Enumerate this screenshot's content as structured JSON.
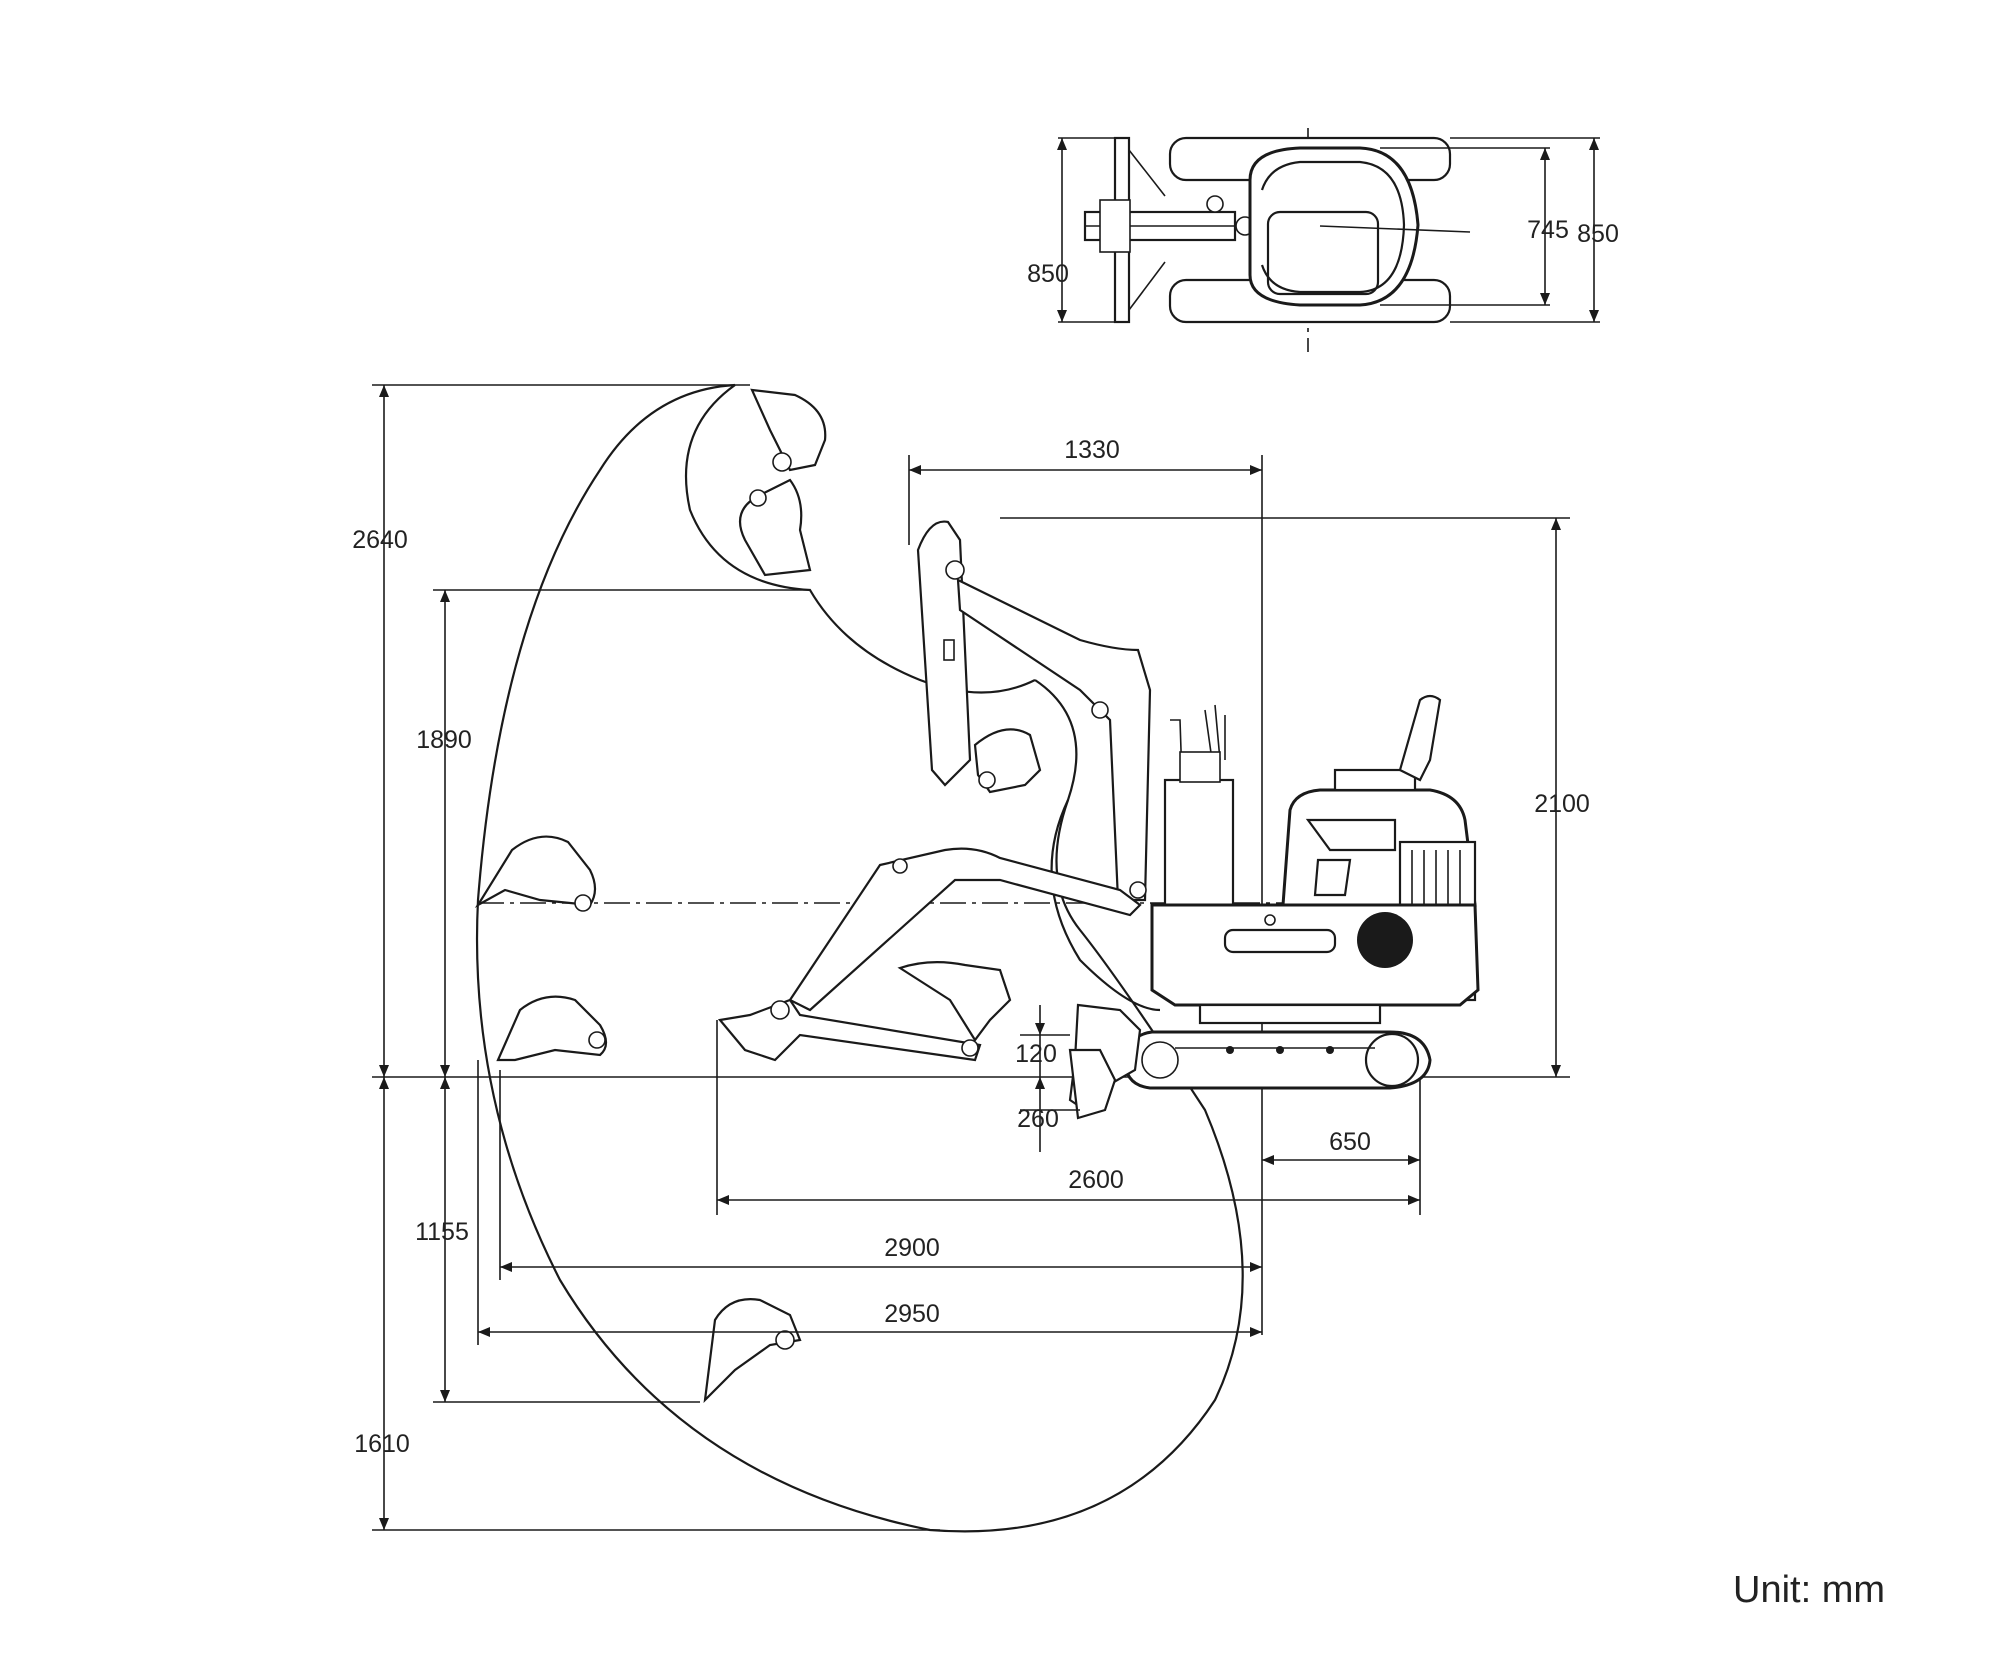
{
  "unit_label": "Unit: mm",
  "dimensions": {
    "top_width_850_left": "850",
    "top_track_745": "745",
    "top_width_850_right": "850",
    "max_dig_height": "2640",
    "max_dump_height": "1890",
    "max_depth_1155": "1155",
    "max_dig_depth": "1610",
    "boom_offset_1330": "1330",
    "overall_height": "2100",
    "blade_raise": "120",
    "blade_drop": "260",
    "tail_length_650": "650",
    "transport_length": "2600",
    "ground_reach": "2900",
    "max_reach": "2950"
  }
}
